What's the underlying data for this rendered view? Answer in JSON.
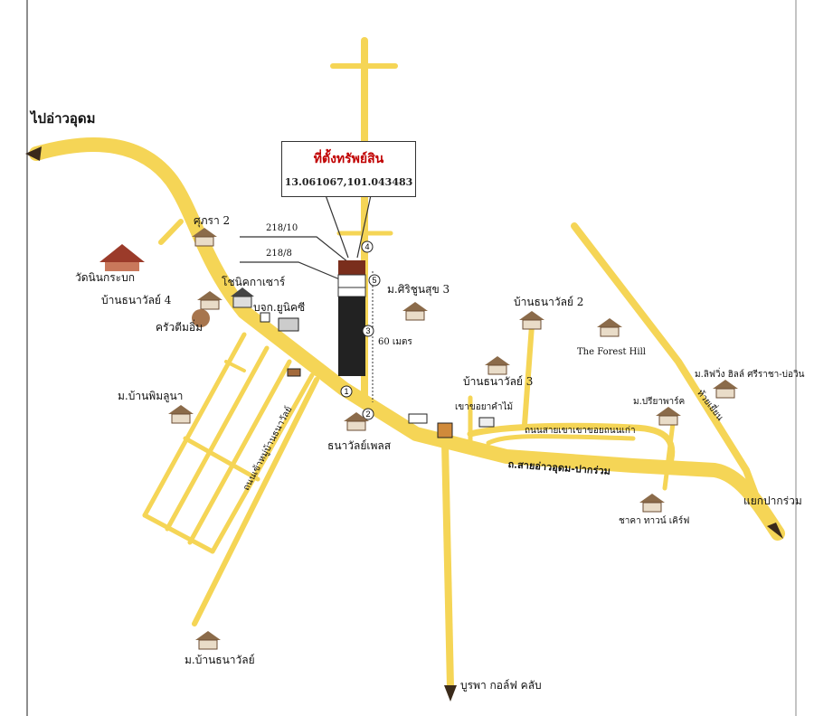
{
  "labels": {
    "to_ao_udom": "ไปอ่าวอุดม",
    "callout_title": "ที่ตั้งทรัพย์สิน",
    "callout_coords": "13.061067,101.043483",
    "plot_218_10": "218/10",
    "plot_218_8": "218/8",
    "sukra_2": "ศุภรา 2",
    "wat_nin": "วัดนินกระบก",
    "ban_thanawat_4": "บ้านธนาวัลย์ 4",
    "khrua_tum_im": "ครัวตีมอิ่ม",
    "chonlakan": "โชนิคกาเซาร์",
    "bokor_unicha": "บจก.ยูนิคซี",
    "m_siri_suk_3": "ม.ศิริชูนสุข 3",
    "distance_60m": "60 เมตร",
    "m_ban_pimunpa": "ม.บ้านพิมลูนา",
    "thanawan_place": "ธนาวัลย์เพลส",
    "ban_thanawat_2": "บ้านธนาวัลย์ 2",
    "ban_thanawat_3": "บ้านธนาวัลย์ 3",
    "forest_hill": "The Forest Hill",
    "saeng_chai": "เขาขอยาคำไม้",
    "road_khao_khiao": "ถนนสายเขาเขาขอยถนนเก่า",
    "road_main": "ถ.สายอ่าวอุดม-ปากร่วม",
    "road_village": "ถนนเข้าหมู่บ้านธนาวัลย์",
    "m_pri_ya_park": "ม.ปรียาพาร์ค",
    "m_lily_hill": "ม.ลิฟวิ่ง ฮิลล์ ศรีราชา-บ่อวิน",
    "to_nong_kho": "ห้วยเยี่ยน",
    "yaek_pak_ruam": "แยกปากร่วม",
    "chakha_town": "ชาคา ทาวน์ เคิร์ฟ",
    "m_ban_thanawat": "ม.บ้านธนาวัลย์",
    "burapha_golf": "บูรพา กอล์ฟ คลับ"
  },
  "markers": [
    "1",
    "2",
    "3",
    "4",
    "5"
  ],
  "colors": {
    "road": "#f5d556",
    "road_edge": "#c9a83a",
    "arrow": "#3a2a1a",
    "building": "#222222",
    "callout_text": "#c00000"
  },
  "icons": [
    "house-icon",
    "temple-icon",
    "shop-icon",
    "arrow-icon"
  ]
}
